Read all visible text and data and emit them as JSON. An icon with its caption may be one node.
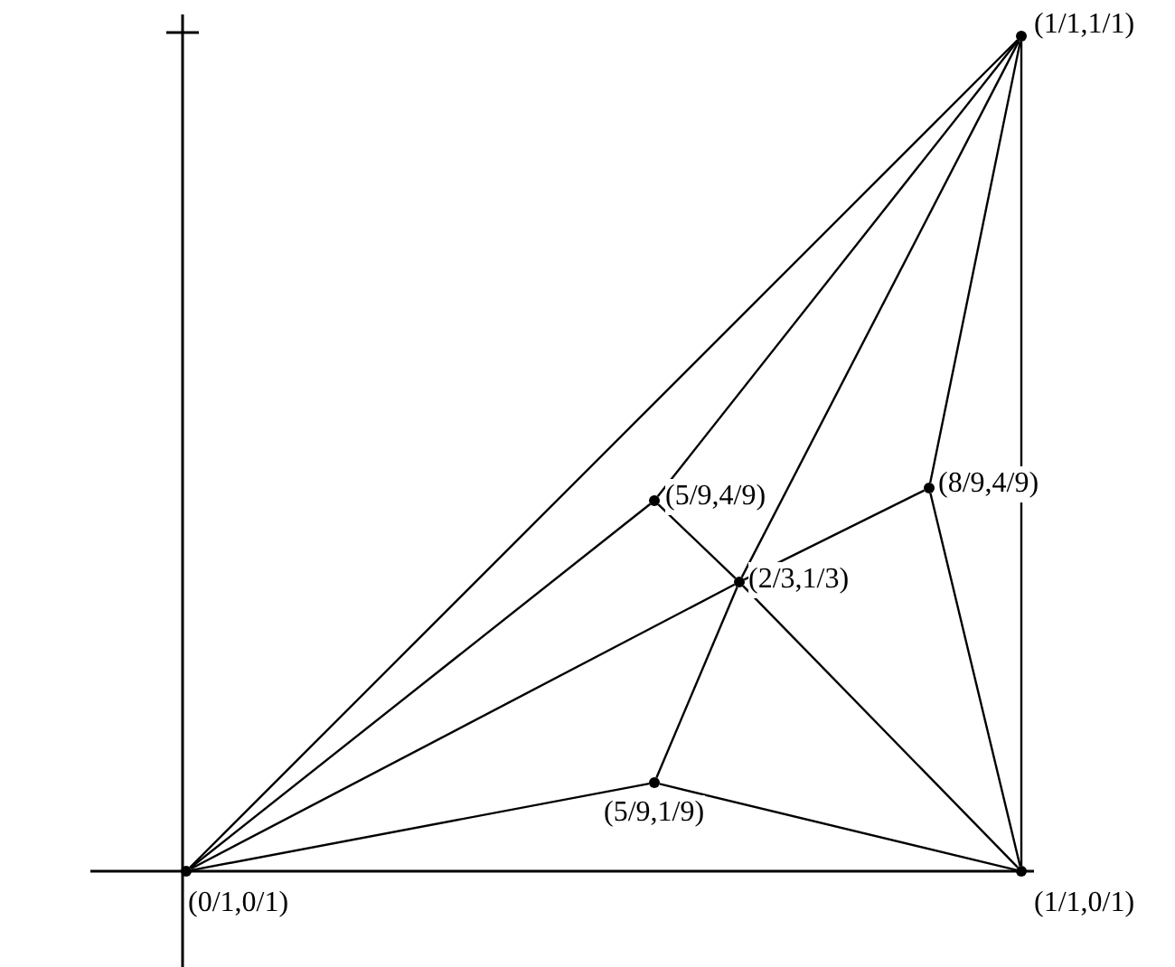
{
  "diagram": {
    "nodes": [
      {
        "text": [],
        "shape": "circle",
        "beside": [
          "(1/1,1/1)"
        ]
      },
      {
        "text": [],
        "shape": "circle",
        "beside": [
          "(8/9,4/9)"
        ]
      },
      {
        "text": [],
        "shape": "circle",
        "beside": [
          "(5/9,4/9)"
        ]
      },
      {
        "text": [],
        "shape": "circle",
        "beside": [
          "(2/3,1/3)"
        ]
      },
      {
        "text": [],
        "shape": "circle",
        "beside": [
          "(5/9,1/9)"
        ]
      },
      {
        "text": [],
        "shape": "circle",
        "beside": [
          "(0/1,0/1)"
        ]
      },
      {
        "text": [],
        "shape": "circle",
        "beside": [
          "(1/1,0/1)"
        ]
      }
    ],
    "edges": [
      {
        "from": 5,
        "to": 0,
        "arrow": "none"
      },
      {
        "from": 5,
        "to": 2,
        "arrow": "none"
      },
      {
        "from": 2,
        "to": 0,
        "arrow": "none"
      },
      {
        "from": 2,
        "to": 3,
        "arrow": "none"
      },
      {
        "from": 3,
        "to": 6,
        "arrow": "none"
      },
      {
        "from": 5,
        "to": 3,
        "arrow": "none"
      },
      {
        "from": 3,
        "to": 1,
        "arrow": "none"
      },
      {
        "from": 1,
        "to": 0,
        "arrow": "none"
      },
      {
        "from": 1,
        "to": 6,
        "arrow": "none"
      },
      {
        "from": 5,
        "to": 4,
        "arrow": "none"
      },
      {
        "from": 4,
        "to": 6,
        "arrow": "none"
      },
      {
        "from": 4,
        "to": 3,
        "arrow": "none"
      },
      {
        "from": 3,
        "to": 0,
        "arrow": "none"
      },
      {
        "from": 6,
        "to": 0,
        "arrow": "none"
      }
    ]
  }
}
